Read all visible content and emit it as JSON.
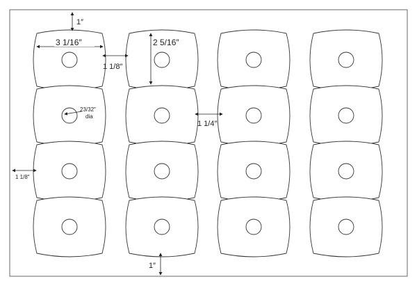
{
  "template": {
    "rows": 4,
    "columns": 4
  },
  "dimensions": {
    "top_margin": "1″",
    "label_width": "3 1/16″",
    "label_height": "2 5/16″",
    "horizontal_gap_row1": "1 1/8″",
    "horizontal_gap_row2": "1 1/4″",
    "hole_diameter": "23/32″",
    "hole_diameter_unit": "dia",
    "left_margin": "1 1/8″",
    "bottom_margin": "1″"
  },
  "colors": {
    "outline": "#333333",
    "page_border": "#444444",
    "dimension_line": "#222222",
    "text": "#222222"
  }
}
